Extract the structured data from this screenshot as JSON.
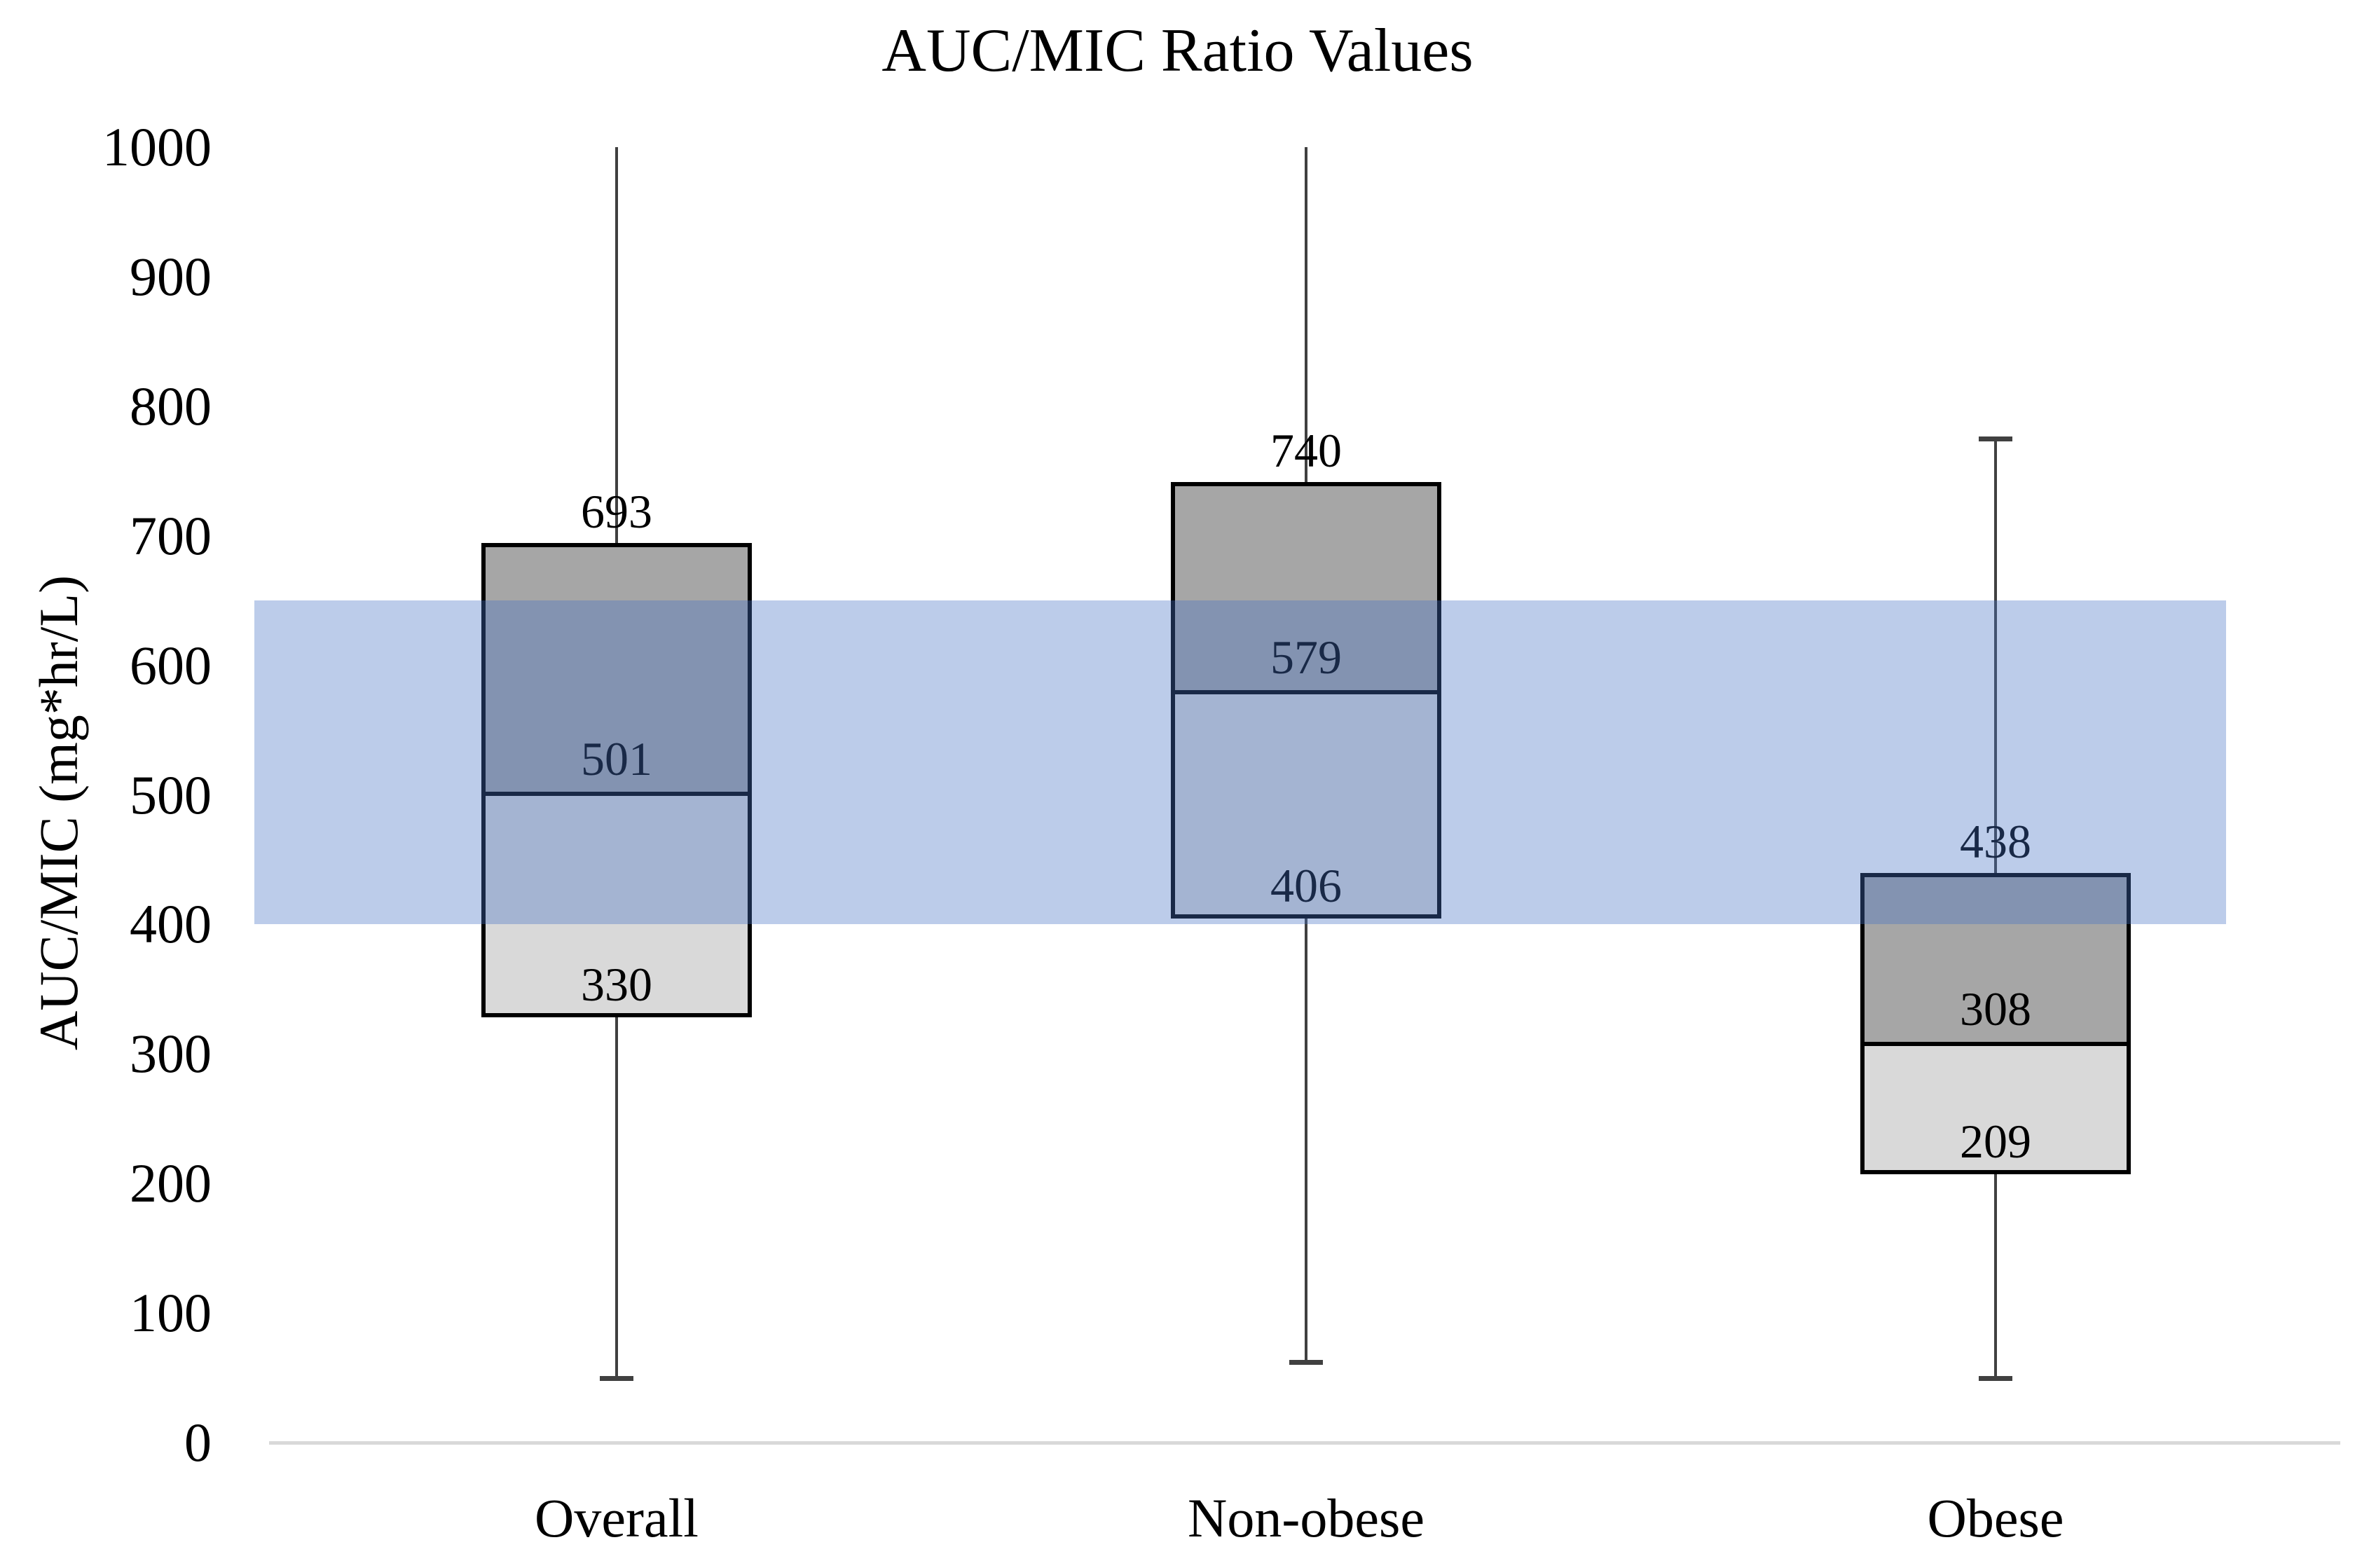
{
  "title": "AUC/MIC Ratio Values",
  "y_axis": {
    "label": "AUC/MIC (mg*hr/L)"
  },
  "chart_data": {
    "type": "boxplot",
    "title": "AUC/MIC Ratio Values",
    "xlabel": "",
    "ylabel": "AUC/MIC (mg*hr/L)",
    "ylim": [
      0,
      1000
    ],
    "y_tick_interval": 100,
    "y_ticks": [
      0,
      100,
      200,
      300,
      400,
      500,
      600,
      700,
      800,
      900,
      1000
    ],
    "grid": false,
    "legend_position": "none",
    "categories": [
      "Overall",
      "Non-obese",
      "Obese"
    ],
    "series": [
      {
        "name": "Overall",
        "whisker_low": 50,
        "q1": 330,
        "median": 501,
        "q3": 693,
        "whisker_high": 1000,
        "whisker_high_cap": false,
        "whisker_low_cap": true
      },
      {
        "name": "Non-obese",
        "whisker_low": 62,
        "q1": 406,
        "median": 579,
        "q3": 740,
        "whisker_high": 1000,
        "whisker_high_cap": false,
        "whisker_low_cap": true
      },
      {
        "name": "Obese",
        "whisker_low": 50,
        "q1": 209,
        "median": 308,
        "q3": 438,
        "whisker_high": 775,
        "whisker_high_cap": true,
        "whisker_low_cap": true
      }
    ],
    "value_labels": {
      "Overall": [
        "693",
        "501",
        "330"
      ],
      "Non-obese": [
        "740",
        "579",
        "406"
      ],
      "Obese": [
        "438",
        "308",
        "209"
      ]
    },
    "reference_band": {
      "low": 400,
      "high": 650,
      "color": "rgba(68,114,196,0.36)"
    },
    "colors": {
      "box_upper": "#a6a6a6",
      "box_lower": "#d9d9d9",
      "box_border": "#000000",
      "median_line": "#000000",
      "whisker": "#404040",
      "baseline": "#d9d9d9",
      "text": "#000000",
      "background": "#ffffff"
    }
  }
}
